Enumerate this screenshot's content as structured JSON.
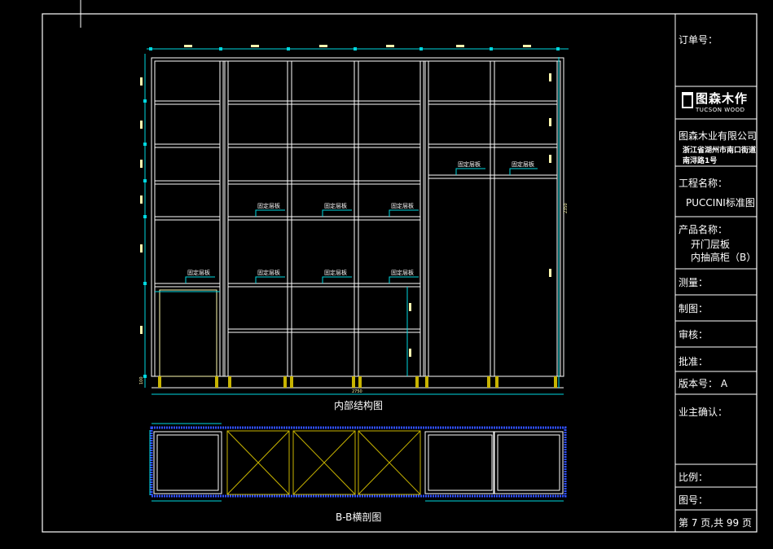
{
  "drawing": {
    "elevation_title": "内部结构图",
    "section_title": "B-B横剖图",
    "shelf_label": "固定层板",
    "overall_width": "2750",
    "overall_height": "2350",
    "bottom_height": "100"
  },
  "title_block": {
    "order_no": "订单号：",
    "logo_cn": "图森木作",
    "logo_en": "TUCSON WOOD",
    "company": "图森木业有限公司",
    "address_1": "浙江省湖州市南口街道",
    "address_2": "南浔路1号",
    "project_label": "工程名称：",
    "project_value": "PUCCINI标准图",
    "product_label": "产品名称：",
    "product_line1": "开门层板",
    "product_line2": "内抽高柜（B）",
    "measure": "测量：",
    "draw": "制图：",
    "review": "审核：",
    "approve": "批准：",
    "version": "版本号： A",
    "owner": "业主确认：",
    "scale": "比例：",
    "drawing_no": "图号：",
    "page": "第 7 页,共 99 页"
  }
}
